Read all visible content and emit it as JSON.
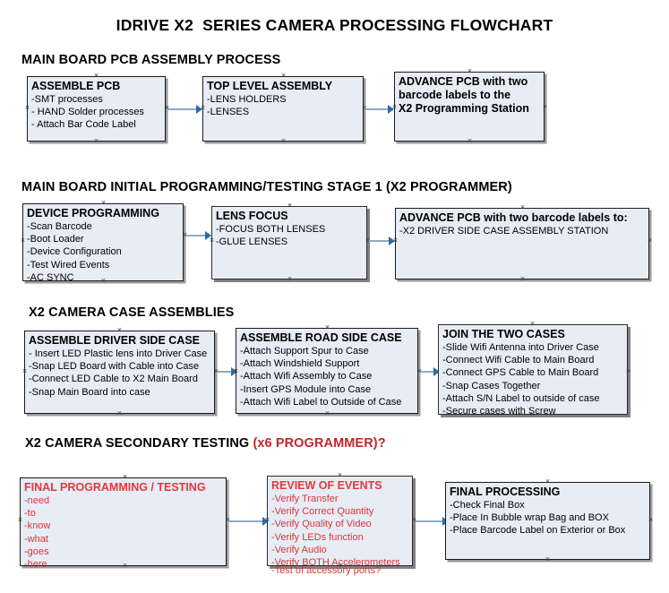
{
  "document": {
    "title": "IDRIVE X2  SERIES CAMERA PROCESSING FLOWCHART"
  },
  "sections": [
    {
      "id": "main-board-pcb-assembly-process",
      "heading": "MAIN BOARD PCB ASSEMBLY PROCESS",
      "heading_red": "",
      "nodes": [
        {
          "id": "assemble-pcb",
          "title": "ASSEMBLE PCB",
          "lines": [
            "-SMT processes",
            "- HAND Solder processes",
            "- Attach Bar Code Label"
          ]
        },
        {
          "id": "top-level-assembly",
          "title": "TOP LEVEL ASSEMBLY",
          "lines": [
            "-LENS HOLDERS",
            "-LENSES"
          ]
        },
        {
          "id": "advance-pcb-to-x2-programming-station",
          "title": "ADVANCE PCB with two",
          "lines": [
            "barcode labels to the",
            " X2 Programming Station"
          ]
        }
      ]
    },
    {
      "id": "main-board-initial-programming-testing-stage-1",
      "heading": "MAIN BOARD INITIAL PROGRAMMING/TESTING STAGE 1 (X2 PROGRAMMER)",
      "heading_red": "",
      "nodes": [
        {
          "id": "device-programming",
          "title": "DEVICE PROGRAMMING",
          "lines": [
            "-Scan Barcode",
            "-Boot Loader",
            "-Device Configuration",
            "-Test Wired Events",
            "-AC SYNC"
          ]
        },
        {
          "id": "lens-focus",
          "title": "LENS FOCUS",
          "lines": [
            "-FOCUS BOTH LENSES",
            "-GLUE LENSES"
          ]
        },
        {
          "id": "advance-pcb-to-driver-side-case-assembly-station",
          "title": "ADVANCE PCB with two barcode labels to:",
          "lines": [
            "-X2 DRIVER  SIDE  CASE  ASSEMBLY STATION"
          ]
        }
      ]
    },
    {
      "id": "x2-camera-case-assemblies",
      "heading": "X2 CAMERA CASE ASSEMBLIES",
      "heading_red": "",
      "nodes": [
        {
          "id": "assemble-driver-side-case",
          "title": "ASSEMBLE DRIVER SIDE CASE",
          "lines": [
            "- Insert LED Plastic lens into Driver Case",
            "-Snap LED Board with Cable into Case",
            "-Connect LED Cable to X2 Main Board",
            "-Snap Main Board into case"
          ]
        },
        {
          "id": "assemble-road-side-case",
          "title": "ASSEMBLE ROAD SIDE CASE",
          "lines": [
            "-Attach Support Spur to Case",
            "-Attach Windshield Support",
            "-Attach Wifi Assembly to Case",
            "-Insert GPS Module into Case",
            "-Attach Wifi Label to Outside of Case"
          ]
        },
        {
          "id": "join-the-two-cases",
          "title": "JOIN THE TWO CASES",
          "lines": [
            "-Slide Wifi Antenna into Driver Case",
            "-Connect Wifi Cable to Main Board",
            "-Connect GPS Cable to Main Board",
            "-Snap Cases Together",
            "-Attach S/N Label to outside of case",
            "-Secure cases with Screw"
          ]
        }
      ]
    },
    {
      "id": "x2-camera-secondary-testing",
      "heading": "X2 CAMERA SECONDARY TESTING ",
      "heading_red": "(x6 PROGRAMMER)?",
      "nodes": [
        {
          "id": "final-programming-testing",
          "title": "FINAL PROGRAMMING / TESTING",
          "lines": [
            "-need",
            "-to",
            "-know",
            "-what",
            "-goes",
            "-here"
          ]
        },
        {
          "id": "review-of-events",
          "title": "REVIEW OF EVENTS",
          "lines": [
            "-Verify Transfer",
            "-Verify Correct Quantity",
            "-Verify Quality of Video",
            "-Verify LEDs function",
            "-Verify Audio",
            "-Verify BOTH Accelerometers",
            "-Test of accessory ports?"
          ]
        },
        {
          "id": "final-processing",
          "title": "FINAL PROCESSING",
          "lines": [
            "-Check Final Box",
            "-Place In Bubble wrap Bag and BOX",
            "-Place Barcode Label on Exterior or Box"
          ]
        }
      ]
    }
  ],
  "colors": {
    "box_fill": "#e7ecf5",
    "box_border": "#1a1a1a",
    "box_shadow": "#9a9a9a",
    "connector": "#8fabc6",
    "arrowhead": "#2c6ca8",
    "red_text": "#d4383c",
    "black_text": "#000000",
    "background": "#ffffff"
  }
}
